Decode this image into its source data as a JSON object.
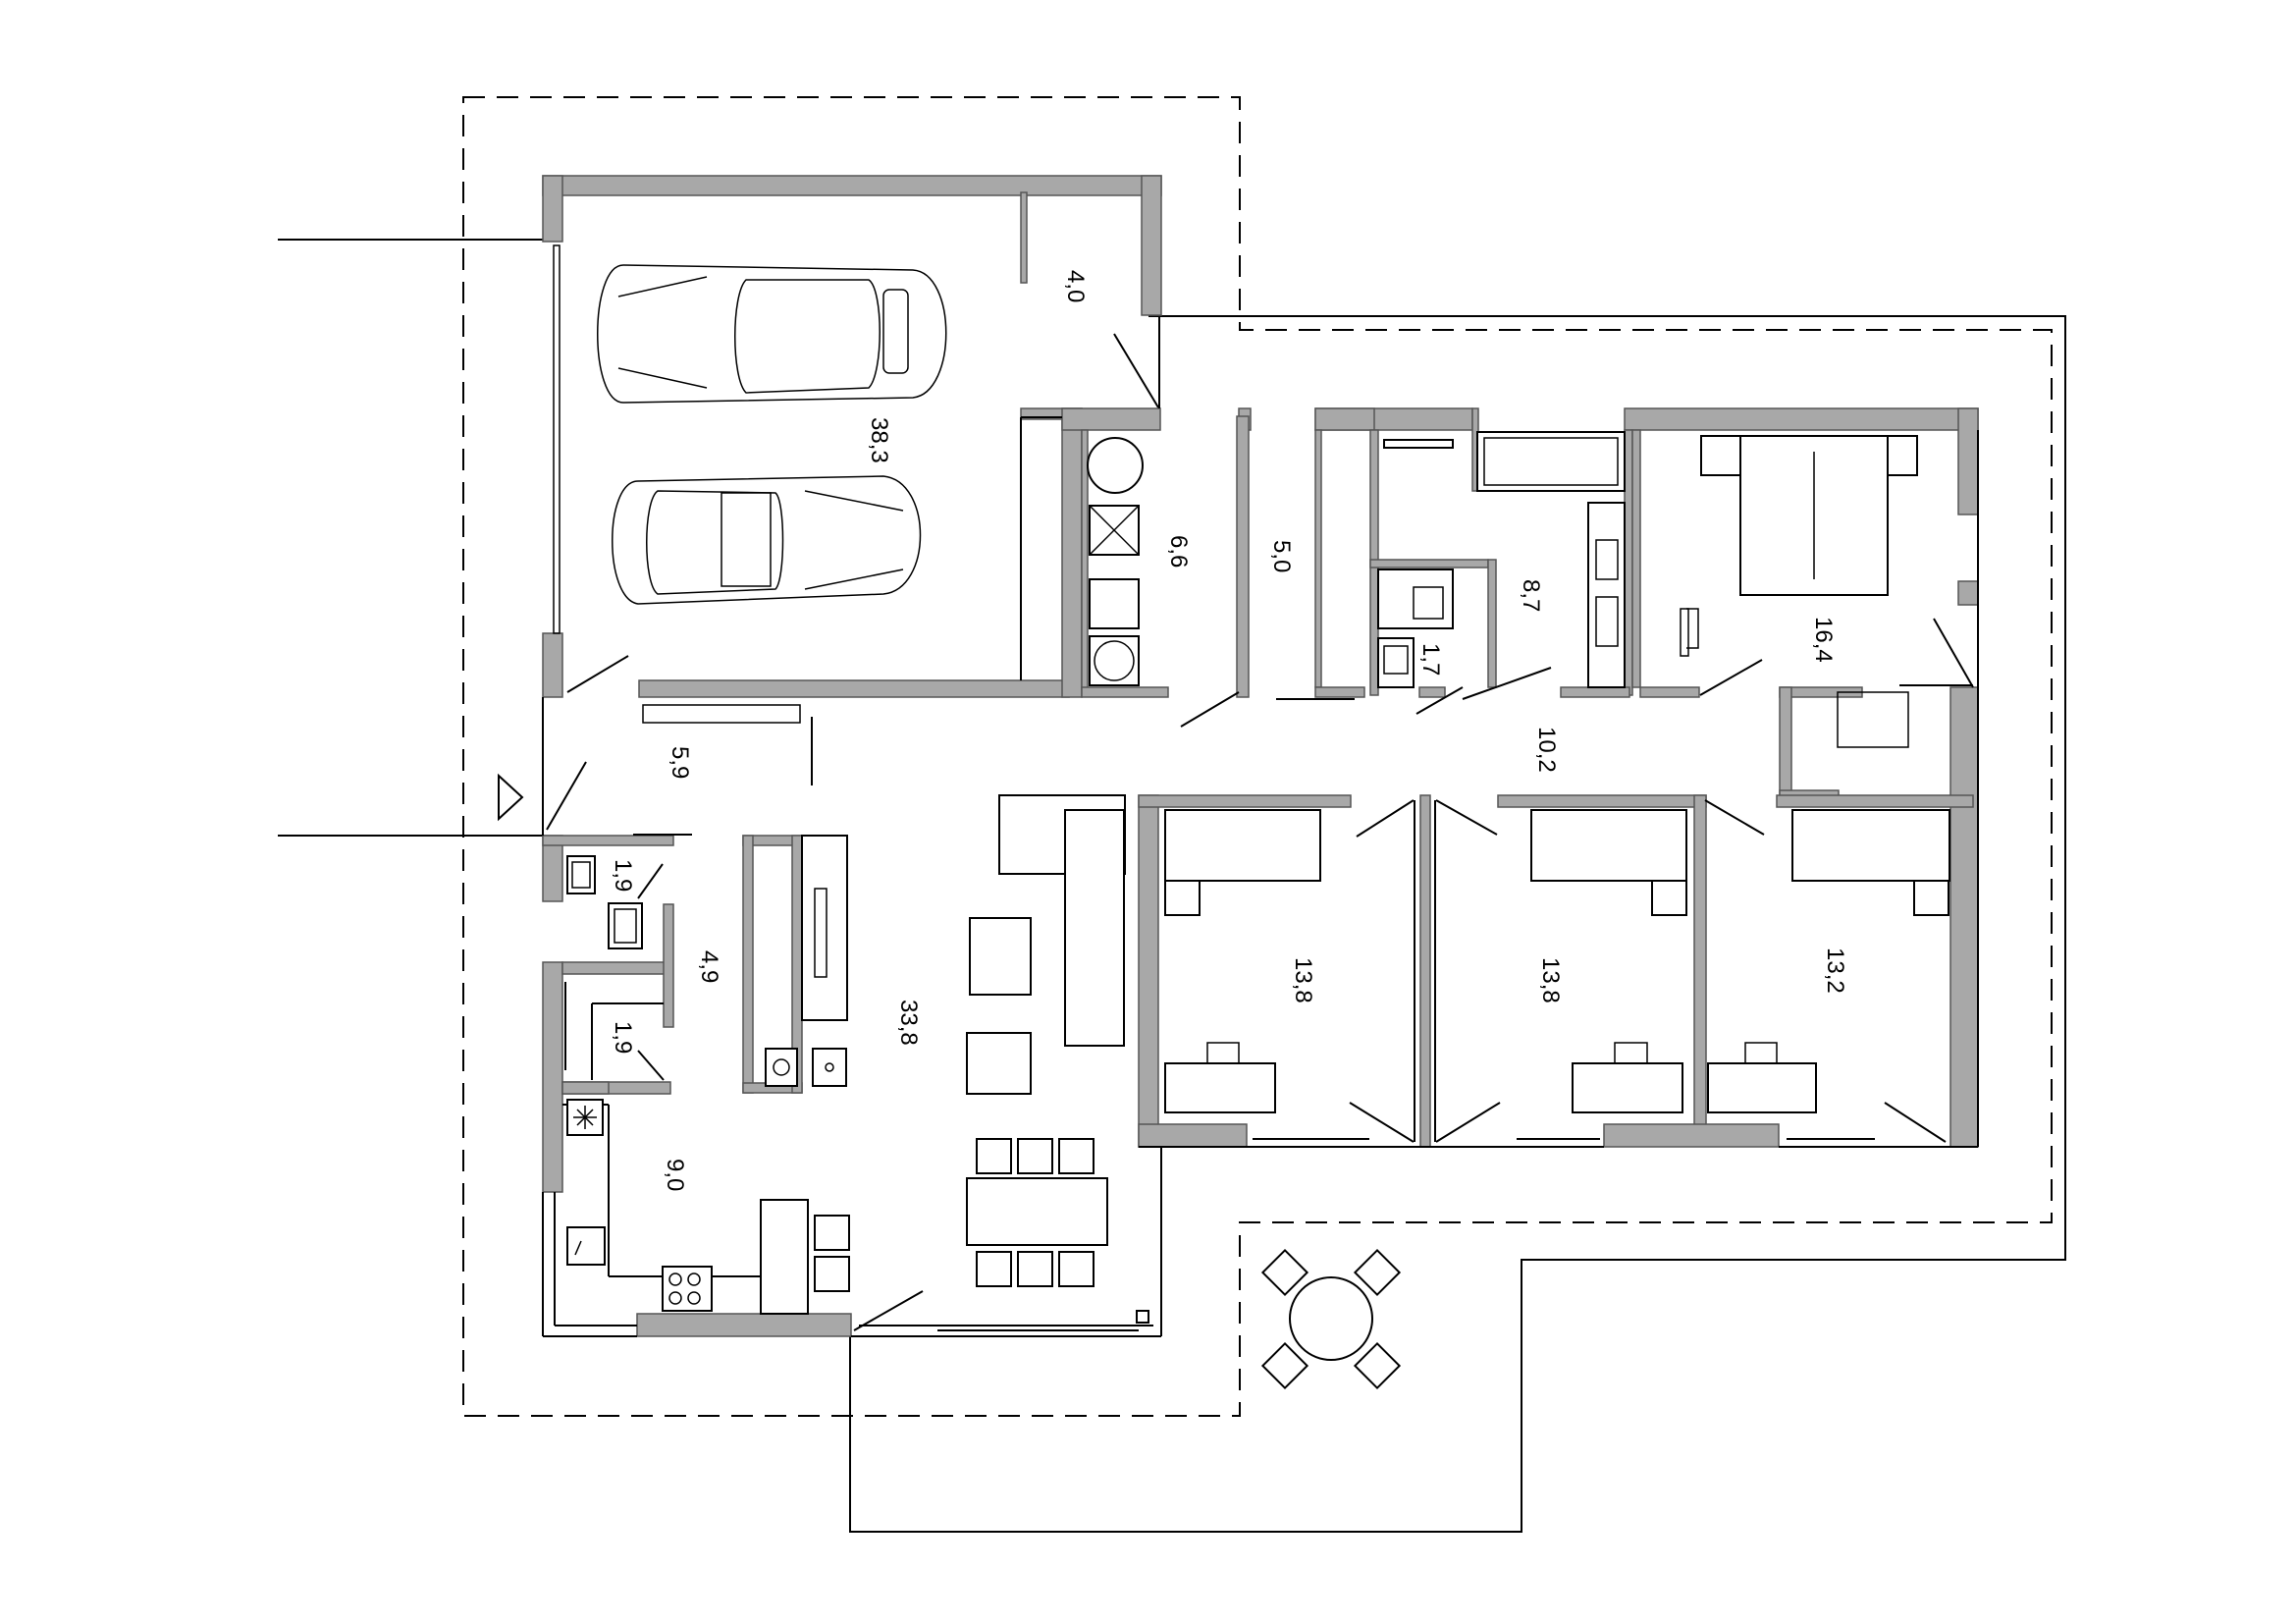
{
  "rooms": [
    {
      "id": "garage",
      "area": "38,3"
    },
    {
      "id": "garage-store",
      "area": "4,0"
    },
    {
      "id": "utility",
      "area": "6,6"
    },
    {
      "id": "corridor-small",
      "area": "5,0"
    },
    {
      "id": "bathroom",
      "area": "8,7"
    },
    {
      "id": "wc-1",
      "area": "1,7"
    },
    {
      "id": "master-bedroom",
      "area": "16,4"
    },
    {
      "id": "hall",
      "area": "10,2"
    },
    {
      "id": "entrance",
      "area": "5,9"
    },
    {
      "id": "wc-2",
      "area": "1,9"
    },
    {
      "id": "wardrobe",
      "area": "4,9"
    },
    {
      "id": "wc-3",
      "area": "1,9"
    },
    {
      "id": "living",
      "area": "33,8"
    },
    {
      "id": "bedroom-1",
      "area": "13,8"
    },
    {
      "id": "bedroom-2",
      "area": "13,8"
    },
    {
      "id": "bedroom-3",
      "area": "13,2"
    },
    {
      "id": "kitchen",
      "area": "9,0"
    }
  ],
  "colors": {
    "wall": "#a8a8a8",
    "line": "#000000",
    "background": "#ffffff"
  },
  "icons": [
    "entrance-arrow-icon",
    "extractor-fan-icon",
    "car-icon"
  ]
}
